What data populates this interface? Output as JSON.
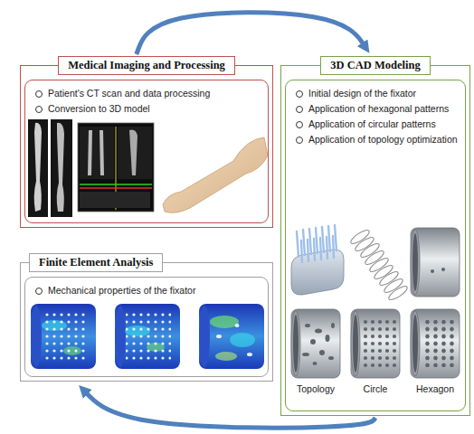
{
  "diagram": {
    "nodes": [
      {
        "text": [
          "Medical Imaging and Processing"
        ]
      },
      {
        "text": [
          "Patient's CT scan and data processing",
          "Conversion to 3D model"
        ],
        "in": 0
      },
      {
        "text": [
          "3D CAD Modeling"
        ]
      },
      {
        "text": [
          "Initial design of the fixator",
          "Application of hexagonal patterns",
          "Application of circular patterns",
          "Application of topology optimization"
        ],
        "in": 2
      },
      {
        "text": [
          "Finite Element Analysis"
        ]
      },
      {
        "text": [
          "Mechanical properties of the fixator"
        ],
        "in": 4
      }
    ],
    "edges": [
      {
        "from": 0,
        "to": 2,
        "arrow": "to"
      },
      {
        "from": 2,
        "to": 4,
        "arrow": "to"
      }
    ],
    "labels": [
      "Topology",
      "Circle",
      "Hexagon"
    ]
  }
}
